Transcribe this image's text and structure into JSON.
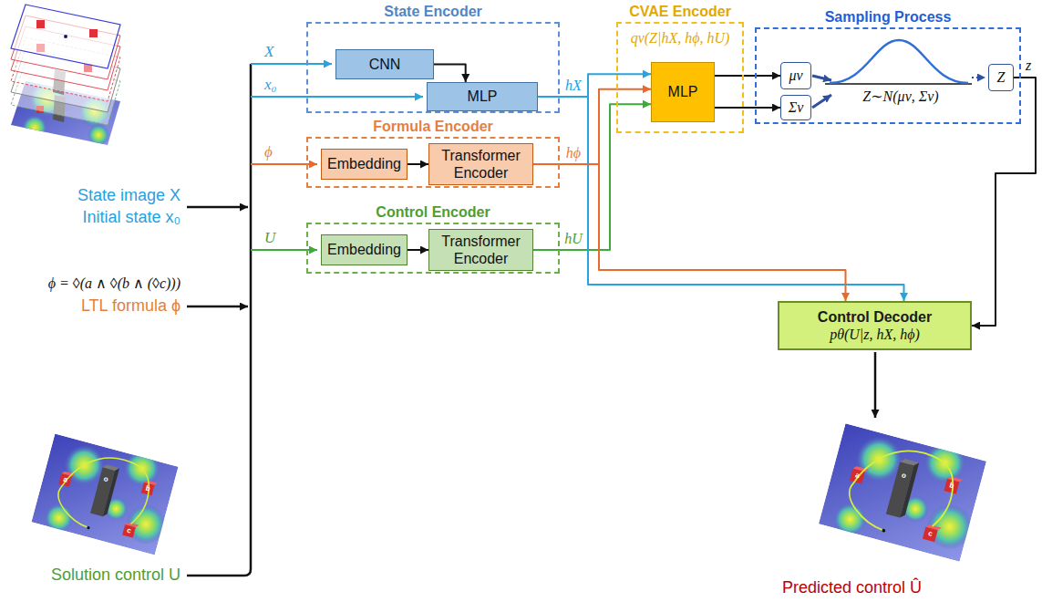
{
  "diagram": {
    "nodes": [
      {
        "text": [
          "State Encoder"
        ]
      },
      {
        "text": [
          "CNN"
        ],
        "in": 0
      },
      {
        "text": [
          "MLP"
        ],
        "in": 0
      },
      {
        "text": [
          "Formula Encoder"
        ]
      },
      {
        "text": [
          "Embedding"
        ],
        "in": 3
      },
      {
        "text": [
          "Transformer Encoder"
        ],
        "in": 3
      },
      {
        "text": [
          "Control Encoder"
        ]
      },
      {
        "text": [
          "Embedding"
        ],
        "in": 6
      },
      {
        "text": [
          "Transformer Encoder"
        ],
        "in": 6
      },
      {
        "text": [
          "CVAE Encoder",
          "qν(Z|hX, hϕ, hU)"
        ]
      },
      {
        "text": [
          "MLP"
        ],
        "in": 9
      },
      {
        "text": [
          "Sampling Process",
          "Z∼N(μν, Σν)"
        ]
      },
      {
        "text": [
          "μν"
        ],
        "in": 11
      },
      {
        "text": [
          "Σν"
        ],
        "in": 11
      },
      {
        "text": [
          "Z"
        ],
        "in": 11
      },
      {
        "text": [
          "Control Decoder",
          "pθ(U|z, hX, hϕ)"
        ]
      }
    ],
    "edges": [
      {
        "from": 1,
        "to": 2,
        "arrow": "to"
      },
      {
        "from": 4,
        "to": 5,
        "arrow": "to"
      },
      {
        "from": 7,
        "to": 8,
        "arrow": "to"
      },
      {
        "from": 2,
        "to": 10,
        "arrow": "to",
        "label": "hX"
      },
      {
        "from": 5,
        "to": 10,
        "arrow": "to",
        "label": "hϕ"
      },
      {
        "from": 8,
        "to": 10,
        "arrow": "to",
        "label": "hU"
      },
      {
        "from": 10,
        "to": 12,
        "arrow": "to"
      },
      {
        "from": 10,
        "to": 13,
        "arrow": "to"
      },
      {
        "from": 14,
        "to": 15,
        "arrow": "to",
        "label": "z"
      },
      {
        "from": 2,
        "to": 15,
        "arrow": "to"
      },
      {
        "from": 5,
        "to": 15,
        "arrow": "to"
      }
    ],
    "labels": [
      "State image X",
      "Initial state x₀",
      "ϕ = ◊(a ∧ ◊(b ∧ (◊c)))",
      "LTL formula ϕ",
      "X",
      "x₀",
      "ϕ",
      "U",
      "Solution control U",
      "Predicted control Û",
      "a",
      "o",
      "b",
      "c",
      "a",
      "o",
      "b",
      "c"
    ]
  }
}
